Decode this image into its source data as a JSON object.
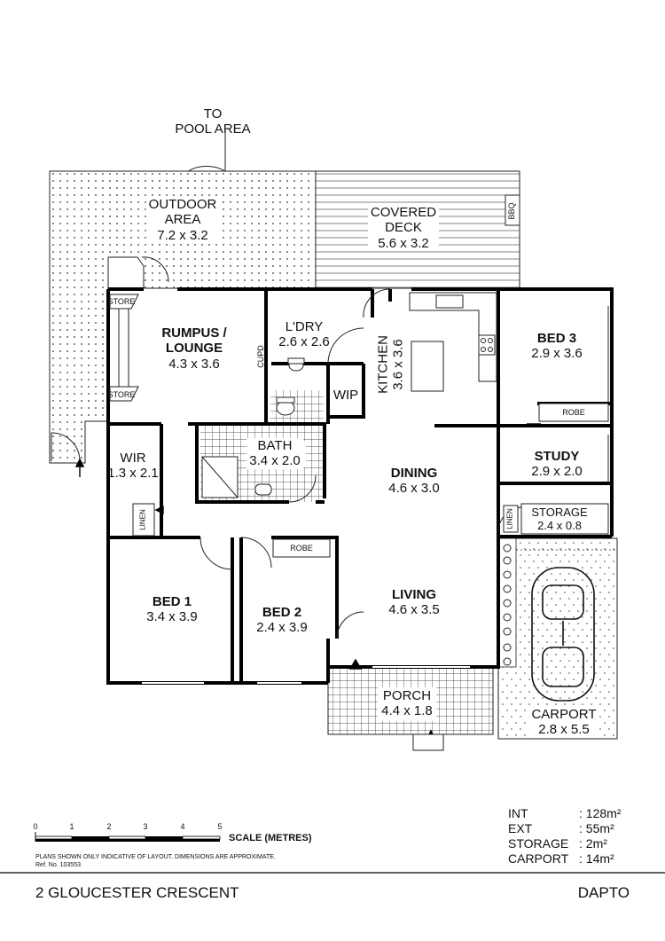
{
  "external_labels": {
    "to_pool": [
      "TO",
      "POOL AREA"
    ],
    "bbq": "BBQ"
  },
  "rooms": {
    "outdoor": {
      "name": [
        "OUTDOOR",
        "AREA"
      ],
      "dim": "7.2 x 3.2"
    },
    "covered_deck": {
      "name": [
        "COVERED",
        "DECK"
      ],
      "dim": "5.6 x 3.2"
    },
    "rumpus": {
      "name": [
        "RUMPUS /",
        "LOUNGE"
      ],
      "dim": "4.3 x 3.6"
    },
    "laundry": {
      "name": "L'DRY",
      "dim": "2.6 x 2.6"
    },
    "kitchen": {
      "name": "KITCHEN",
      "dim": "3.6 x 3.6"
    },
    "bed3": {
      "name": "BED 3",
      "dim": "2.9 x 3.6"
    },
    "wip": {
      "name": "WIP"
    },
    "bath": {
      "name": "BATH",
      "dim": "3.4 x 2.0"
    },
    "wir": {
      "name": "WIR",
      "dim": "1.3 x 2.1"
    },
    "dining": {
      "name": "DINING",
      "dim": "4.6 x 3.0"
    },
    "study": {
      "name": "STUDY",
      "dim": "2.9 x 2.0"
    },
    "storage": {
      "name": "STORAGE",
      "dim": "2.4 x 0.8"
    },
    "bed1": {
      "name": "BED 1",
      "dim": "3.4 x 3.9"
    },
    "bed2": {
      "name": "BED 2",
      "dim": "2.4 x 3.9"
    },
    "living": {
      "name": "LIVING",
      "dim": "4.6 x 3.5"
    },
    "porch": {
      "name": "PORCH",
      "dim": "4.4 x 1.8"
    },
    "carport": {
      "name": "CARPORT",
      "dim": "2.8 x 5.5"
    }
  },
  "fixtures": {
    "store_top": "STORE",
    "store_bottom": "STORE",
    "cupd": "CUPD",
    "robe_bed3": "ROBE",
    "robe_bed2": "ROBE",
    "linen_wir": "LINEN",
    "linen_storage": "LINEN"
  },
  "scale": {
    "ticks": [
      "0",
      "1",
      "2",
      "3",
      "4",
      "5"
    ],
    "label": "SCALE (METRES)",
    "disclaimer": "PLANS SHOWN ONLY INDICATIVE OF LAYOUT.  DIMENSIONS ARE APPROXIMATE.",
    "ref": "Ref. No. 103553"
  },
  "areas": [
    {
      "label": "INT",
      "value": ": 128m²"
    },
    {
      "label": "EXT",
      "value": ":   55m²"
    },
    {
      "label": "STORAGE",
      "value": ":     2m²"
    },
    {
      "label": "CARPORT",
      "value": ":   14m²"
    }
  ],
  "footer": {
    "address": "2 GLOUCESTER CRESCENT",
    "suburb": "DAPTO"
  }
}
